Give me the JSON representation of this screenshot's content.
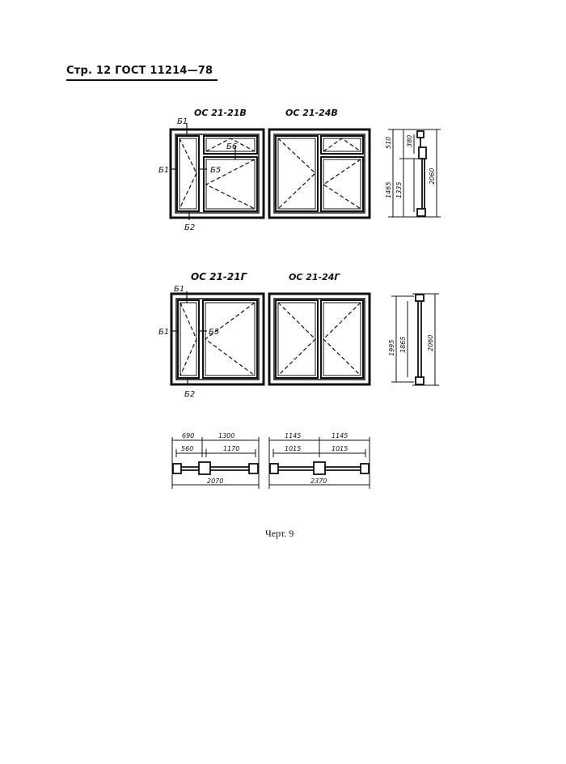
{
  "header": {
    "page_label": "Стр. 12",
    "standard": "ГОСТ 11214—78"
  },
  "windows": [
    {
      "designation": "ОС 21-21В",
      "callouts": [
        "Б1",
        "Б1",
        "Б6",
        "Б5",
        "Б2"
      ]
    },
    {
      "designation": "ОС 21-24В",
      "callouts": []
    },
    {
      "designation": "ОС 21-21Г",
      "callouts": [
        "Б1",
        "Б1",
        "Б5",
        "Б2"
      ]
    },
    {
      "designation": "ОС 21-24Г",
      "callouts": []
    }
  ],
  "sections": {
    "upper": {
      "dims": [
        "510",
        "380",
        "1465",
        "1335",
        "2060"
      ]
    },
    "lower": {
      "dims": [
        "1995",
        "1865",
        "2060"
      ]
    }
  },
  "plans": {
    "left": {
      "dims_top": [
        "690",
        "1300"
      ],
      "dims_inner": [
        "560",
        "1170"
      ],
      "overall": "2070"
    },
    "right": {
      "dims_top": [
        "1145",
        "1145"
      ],
      "dims_inner": [
        "1015",
        "1015"
      ],
      "overall": "2370"
    }
  },
  "caption": "Черт. 9"
}
